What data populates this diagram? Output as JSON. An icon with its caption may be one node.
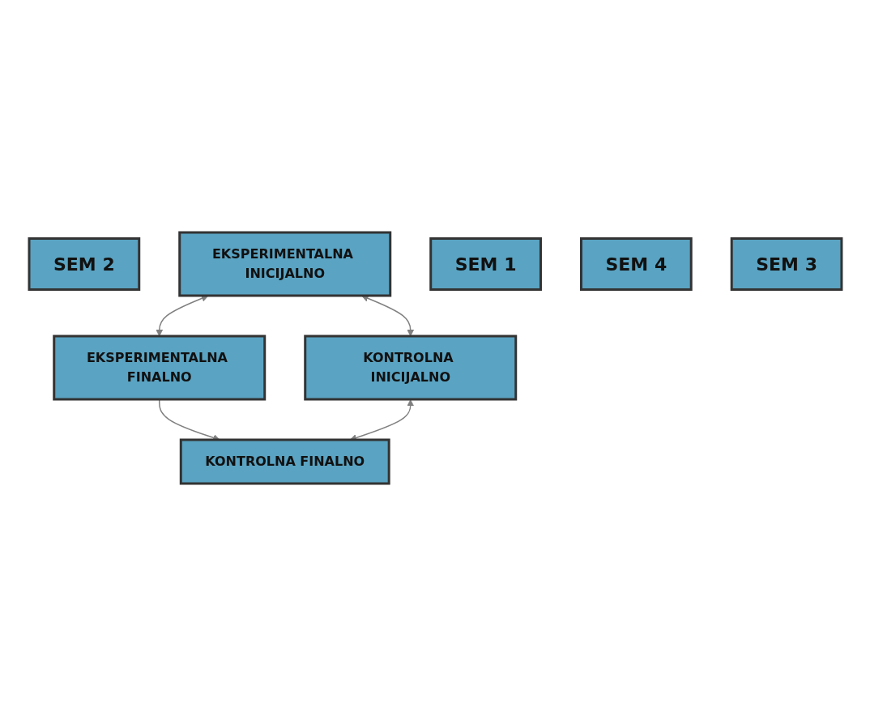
{
  "diagram": {
    "nodes": [
      {
        "text": [
          "SEM 2"
        ]
      },
      {
        "text": [
          "EKSPERIMENTALNA INICIJALNO"
        ]
      },
      {
        "text": [
          "EKSPERIMENTALNA FINALNO"
        ]
      },
      {
        "text": [
          "SEM 1"
        ]
      },
      {
        "text": [
          "SEM 4"
        ]
      },
      {
        "text": [
          "KONTROLNA INICIJALNO"
        ]
      },
      {
        "text": [
          "KONTROLNA FINALNO"
        ]
      },
      {
        "text": [
          "SEM 3"
        ]
      }
    ],
    "edges": [
      {
        "from": 1,
        "to": 2,
        "arrow": "both"
      },
      {
        "from": 1,
        "to": 5,
        "arrow": "both"
      },
      {
        "from": 2,
        "to": 6,
        "arrow": "to"
      },
      {
        "from": 5,
        "to": 6,
        "arrow": "both"
      }
    ]
  }
}
